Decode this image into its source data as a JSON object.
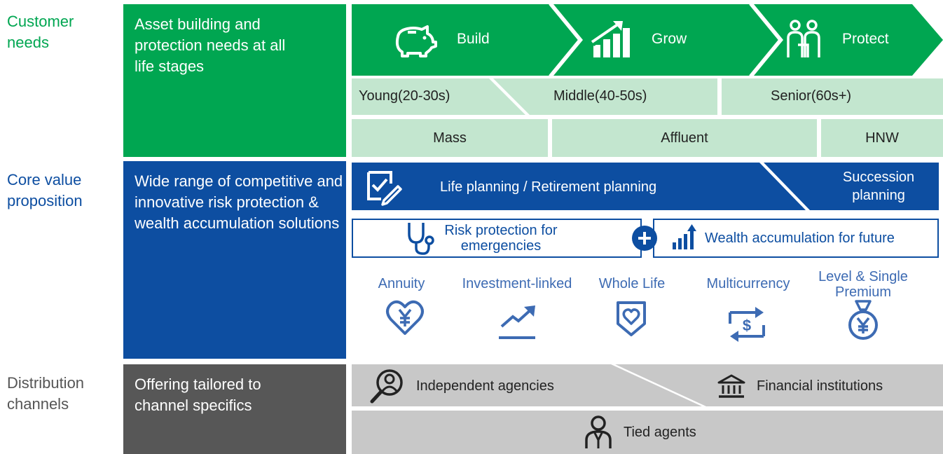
{
  "rows": {
    "customer_needs": {
      "label_line1": "Customer",
      "label_line2": "needs",
      "description": "Asset building and protection needs at all life stages"
    },
    "core_value": {
      "label_line1": "Core value",
      "label_line2": "proposition",
      "description": "Wide range of competitive and innovative risk protection & wealth accumulation solutions"
    },
    "distribution": {
      "label_line1": "Distribution",
      "label_line2": "channels",
      "description": "Offering tailored to channel specifics"
    }
  },
  "stages": [
    {
      "label": "Build",
      "icon": "piggy-bank-icon"
    },
    {
      "label": "Grow",
      "icon": "growth-chart-icon"
    },
    {
      "label": "Protect",
      "icon": "family-icon"
    }
  ],
  "age_groups": [
    "Young(20-30s)",
    "Middle(40-50s)",
    "Senior(60s+)"
  ],
  "segments": [
    "Mass",
    "Affluent",
    "HNW"
  ],
  "planning": {
    "life": "Life planning / Retirement planning",
    "succession_line1": "Succession",
    "succession_line2": "planning",
    "icon": "checklist-icon"
  },
  "solutions": {
    "risk_line1": "Risk protection for",
    "risk_line2": "emergencies",
    "risk_icon": "stethoscope-icon",
    "plus_icon": "plus-icon",
    "wealth": "Wealth accumulation for future",
    "wealth_icon": "rising-bars-icon"
  },
  "products": [
    {
      "label": "Annuity",
      "icon": "heart-yen-icon"
    },
    {
      "label": "Investment-linked",
      "icon": "trend-up-icon"
    },
    {
      "label": "Whole Life",
      "icon": "heart-shield-icon"
    },
    {
      "label": "Multicurrency",
      "icon": "currency-exchange-icon"
    },
    {
      "label_line1": "Level & Single",
      "label_line2": "Premium",
      "icon": "yen-bag-icon"
    }
  ],
  "channels": {
    "independent": "Independent agencies",
    "financial": "Financial institutions",
    "tied": "Tied agents"
  },
  "colors": {
    "green": "#00a651",
    "light_green": "#c3e6cf",
    "blue": "#0d4ea1",
    "product_blue": "#3d6bb3",
    "dark_gray": "#575757",
    "light_gray": "#c8c8c8"
  }
}
